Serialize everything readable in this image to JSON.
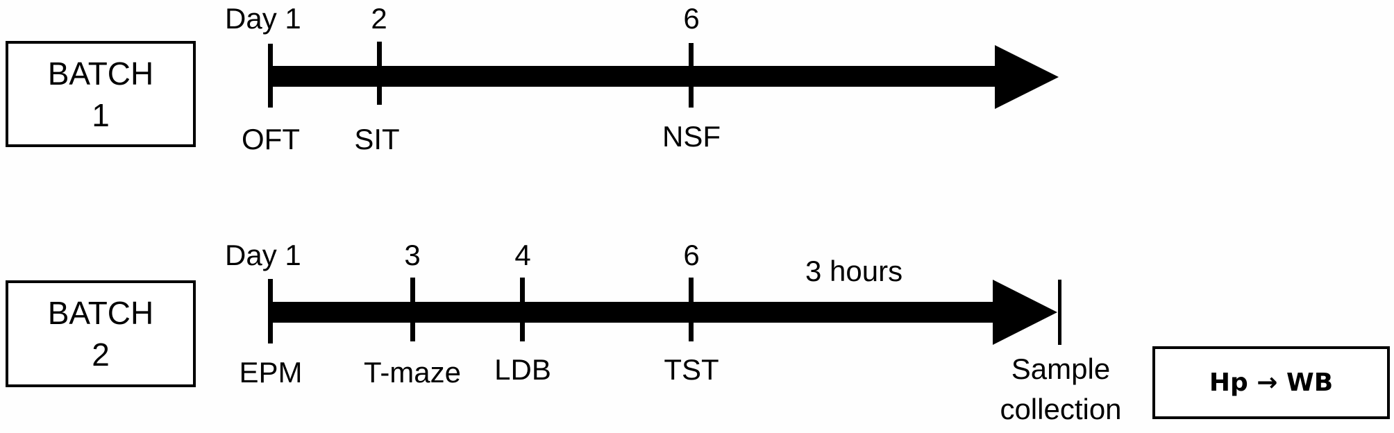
{
  "figure": {
    "type": "experimental-timeline",
    "colors": {
      "line": "#000000",
      "background": "#fefefe"
    }
  },
  "batch1": {
    "box": {
      "line1": "BATCH",
      "line2": "1"
    },
    "ticks": [
      {
        "day_label": "Day 1",
        "test": "OFT"
      },
      {
        "day_label": "2",
        "test": "SIT"
      },
      {
        "day_label": "6",
        "test": "NSF"
      }
    ]
  },
  "batch2": {
    "box": {
      "line1": "BATCH",
      "line2": "2"
    },
    "ticks": [
      {
        "day_label": "Day 1",
        "test": "EPM"
      },
      {
        "day_label": "3",
        "test": "T-maze"
      },
      {
        "day_label": "4",
        "test": "LDB"
      },
      {
        "day_label": "6",
        "test": "TST"
      }
    ],
    "interval_label": "3 hours",
    "endpoint": {
      "line1": "Sample",
      "line2": "collection"
    },
    "result_box": {
      "label": "Hp → WB"
    }
  }
}
